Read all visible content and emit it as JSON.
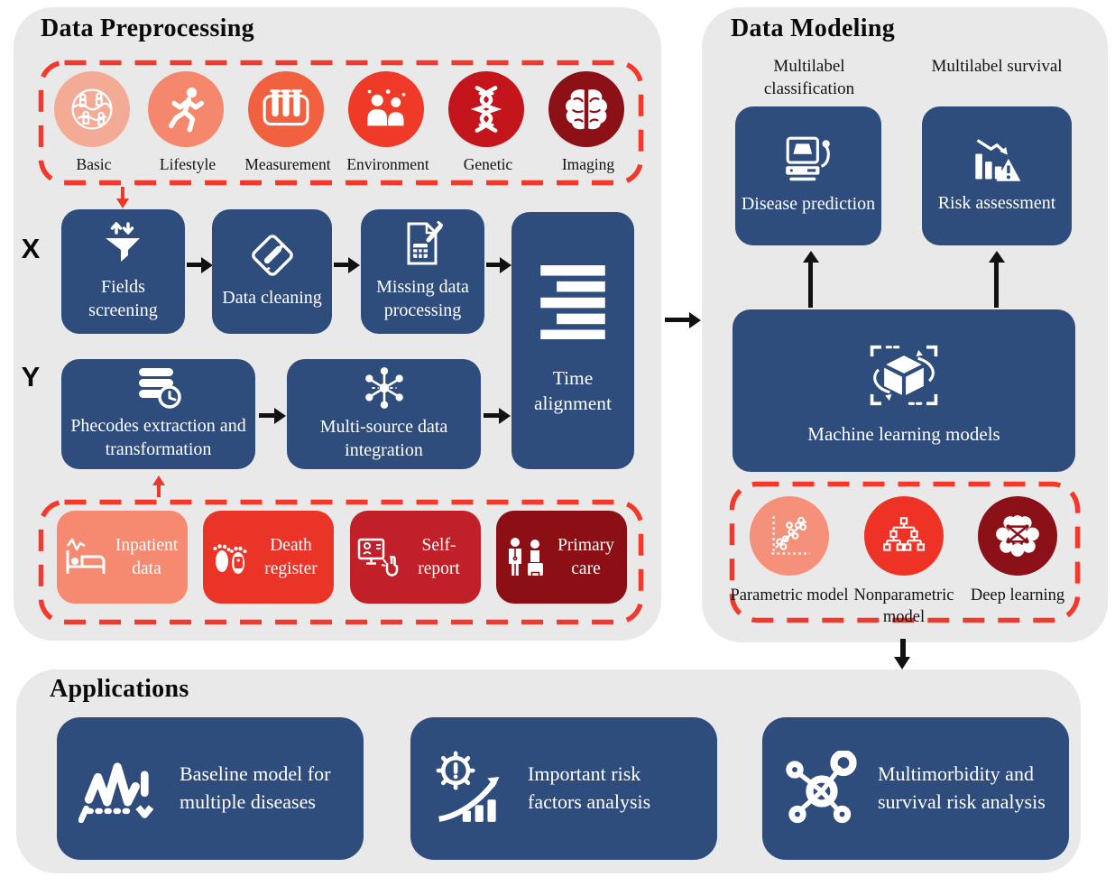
{
  "preprocessing": {
    "title": "Data Preprocessing",
    "x_axis_label": "X",
    "y_axis_label": "Y",
    "feature_sources": [
      {
        "label": "Basic",
        "color": "#f4ab95",
        "icon": "globe-people-icon"
      },
      {
        "label": "Lifestyle",
        "color": "#f5876c",
        "icon": "runner-icon"
      },
      {
        "label": "Measurement",
        "color": "#f2613f",
        "icon": "test-tubes-icon"
      },
      {
        "label": "Environment",
        "color": "#ee3a27",
        "icon": "people-environment-icon"
      },
      {
        "label": "Genetic",
        "color": "#c3151b",
        "icon": "dna-icon"
      },
      {
        "label": "Imaging",
        "color": "#8c1116",
        "icon": "brain-icon"
      }
    ],
    "x_pipeline": [
      {
        "label": "Fields screening",
        "icon": "funnel-sort-icon"
      },
      {
        "label": "Data cleaning",
        "icon": "clean-square-icon"
      },
      {
        "label": "Missing data processing",
        "icon": "document-edit-icon"
      }
    ],
    "time_alignment_label": "Time alignment",
    "y_pipeline": [
      {
        "label": "Phecodes extraction and transformation",
        "icon": "database-clock-icon"
      },
      {
        "label": "Multi-source data integration",
        "icon": "network-hub-icon"
      }
    ],
    "record_sources": [
      {
        "label": "Inpatient data",
        "color": "#f58a70",
        "icon": "hospital-bed-icon"
      },
      {
        "label": "Death register",
        "color": "#ea3428",
        "icon": "footprints-tag-icon"
      },
      {
        "label": "Self-report",
        "color": "#c12028",
        "icon": "monitor-hand-icon"
      },
      {
        "label": "Primary care",
        "color": "#8c0f16",
        "icon": "doctor-patient-icon"
      }
    ]
  },
  "modeling": {
    "title": "Data Modeling",
    "tasks": [
      {
        "caption": "Multilabel classification",
        "label": "Disease prediction",
        "icon": "ultrasound-monitor-icon"
      },
      {
        "caption": "Multilabel survival",
        "label": "Risk assessment",
        "icon": "risk-chart-warning-icon"
      }
    ],
    "ml_models_label": "Machine learning models",
    "model_families": [
      {
        "label": "Parametric model",
        "color": "#f5917a",
        "icon": "scatter-plot-icon"
      },
      {
        "label": "Nonparametric model",
        "color": "#ee3326",
        "icon": "tree-diagram-icon"
      },
      {
        "label": "Deep learning",
        "color": "#8c1018",
        "icon": "neural-brain-icon"
      }
    ]
  },
  "applications": {
    "title": "Applications",
    "items": [
      {
        "label": "Baseline model for multiple diseases",
        "icon": "waveform-icon"
      },
      {
        "label": "Important risk factors analysis",
        "icon": "gear-growth-icon"
      },
      {
        "label": "Multimorbidity and survival risk analysis",
        "icon": "molecule-icon"
      }
    ]
  },
  "colors": {
    "panel_bg": "#e9e9e9",
    "box_blue": "#2e4d7c",
    "dashed_red": "#f2392b",
    "arrow_black": "#111111",
    "arrow_red": "#e8392b"
  }
}
